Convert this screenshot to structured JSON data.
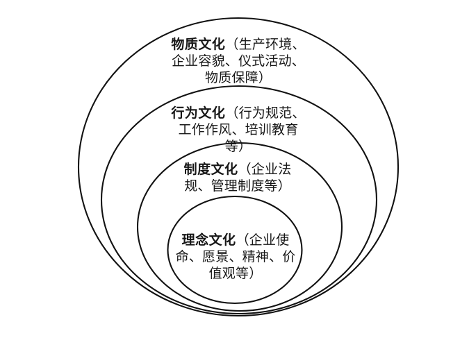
{
  "figure": {
    "title": "企业文化层次结构图",
    "background_color": "#ffffff",
    "stroke_color": "#121212",
    "text_color": "#171717"
  },
  "layers": [
    {
      "id": "material-culture",
      "order": 1,
      "position": "outermost",
      "title": "物质文化",
      "detail": "（生产环境、企业容貌、仪式活动、物质保障）",
      "text": "物质文化（生\n产环境、企业\n容貌、仪式活\n动、物质保障）",
      "lines": [
        "物质文化（生",
        "产环境、企业",
        "容貌、仪式活",
        "动、物质保障）"
      ],
      "items": [
        "生产环境",
        "企业容貌",
        "仪式活动",
        "物质保障"
      ]
    },
    {
      "id": "behavior-culture",
      "order": 2,
      "position": "second",
      "title": "行为文化",
      "detail": "（行为规范、工作作风、培训教育等）",
      "text": "行为文化（行为\n规范、工作作风、\n培训教育等）",
      "lines": [
        "行为文化（行为",
        "规范、工作作风、",
        "培训教育等）"
      ],
      "items": [
        "行为规范",
        "工作作风",
        "培训教育等"
      ]
    },
    {
      "id": "system-culture",
      "order": 3,
      "position": "third",
      "title": "制度文化",
      "detail": "（企业法规、管理制度等）",
      "text": "制度文化（企\n业法规、管理\n制度等）",
      "lines": [
        "制度文化（企",
        "业法规、管理",
        "制度等）"
      ],
      "items": [
        "企业法规",
        "管理制度等"
      ]
    },
    {
      "id": "concept-culture",
      "order": 4,
      "position": "innermost",
      "title": "理念文化",
      "detail": "（企业使命、愿景、精神、价值观等）",
      "text": "理念文化（企\n业使命、愿景、\n精神、价值观\n等）",
      "lines": [
        "理念文化（企",
        "业使命、愿景、",
        "精神、价值观",
        "等）"
      ],
      "items": [
        "企业使命",
        "愿景",
        "精神",
        "价值观等"
      ]
    }
  ],
  "watermark": {
    "text": ""
  }
}
